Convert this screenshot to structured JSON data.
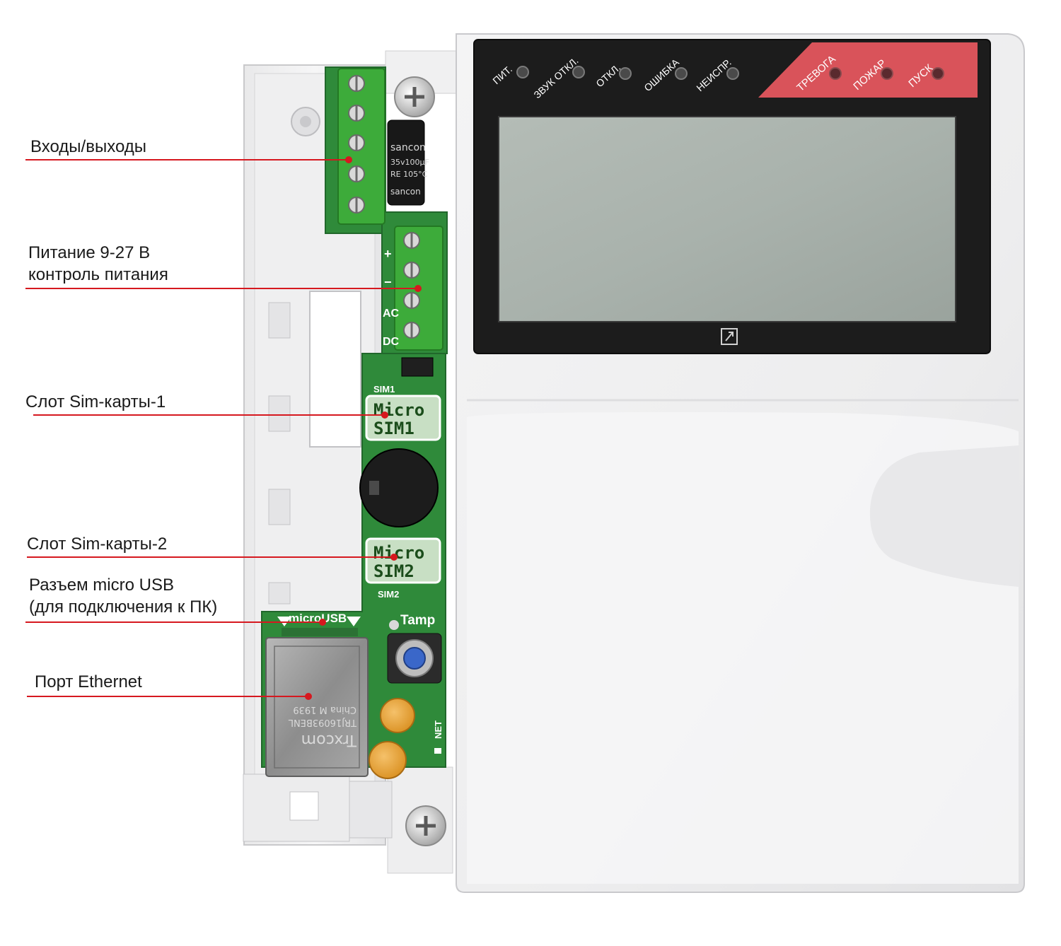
{
  "callouts": [
    {
      "id": "io",
      "lines": [
        "Входы/выходы"
      ]
    },
    {
      "id": "power",
      "lines": [
        "Питание 9-27 В",
        "контроль питания"
      ]
    },
    {
      "id": "sim1",
      "lines": [
        "Слот Sim-карты-1"
      ]
    },
    {
      "id": "sim2",
      "lines": [
        "Слот Sim-карты-2"
      ]
    },
    {
      "id": "usb",
      "lines": [
        "Разъем micro USB",
        "(для подключения к ПК)"
      ]
    },
    {
      "id": "ethernet",
      "lines": [
        "Порт Ethernet"
      ]
    }
  ],
  "indicators": [
    "ПИТ.",
    "ЗВУК ОТКЛ.",
    "ОТКЛ.",
    "ОШИБКА",
    "НЕИСПР."
  ],
  "alarm_indicators": [
    "ТРЕВОГА",
    "ПОЖАР",
    "ПУСК"
  ],
  "pcb": {
    "sim1_label": "SIM1",
    "sim1_slot": [
      "Micro",
      "SIM1"
    ],
    "sim2_label": "SIM2",
    "sim2_slot": [
      "Micro",
      "SIM2"
    ],
    "usb_label": "microUSB",
    "tamper_label": "Tamp",
    "net_label": "NET",
    "capacitor": [
      "sancon",
      "35v100µF",
      "RE 105°C",
      "sancon"
    ],
    "rj45": [
      "Trxcom",
      "TRJ16093BENL",
      "China  M 1939"
    ],
    "power_terminal": [
      "+",
      "−",
      "AC",
      "DC"
    ]
  },
  "colors": {
    "pcb_green": "#2f8a3a",
    "terminal_green": "#3dab3a",
    "alarm_red": "#d9535a",
    "lcd": "#aab3ad",
    "callout_line": "#d6181f",
    "case_white": "#f2f2f3"
  }
}
